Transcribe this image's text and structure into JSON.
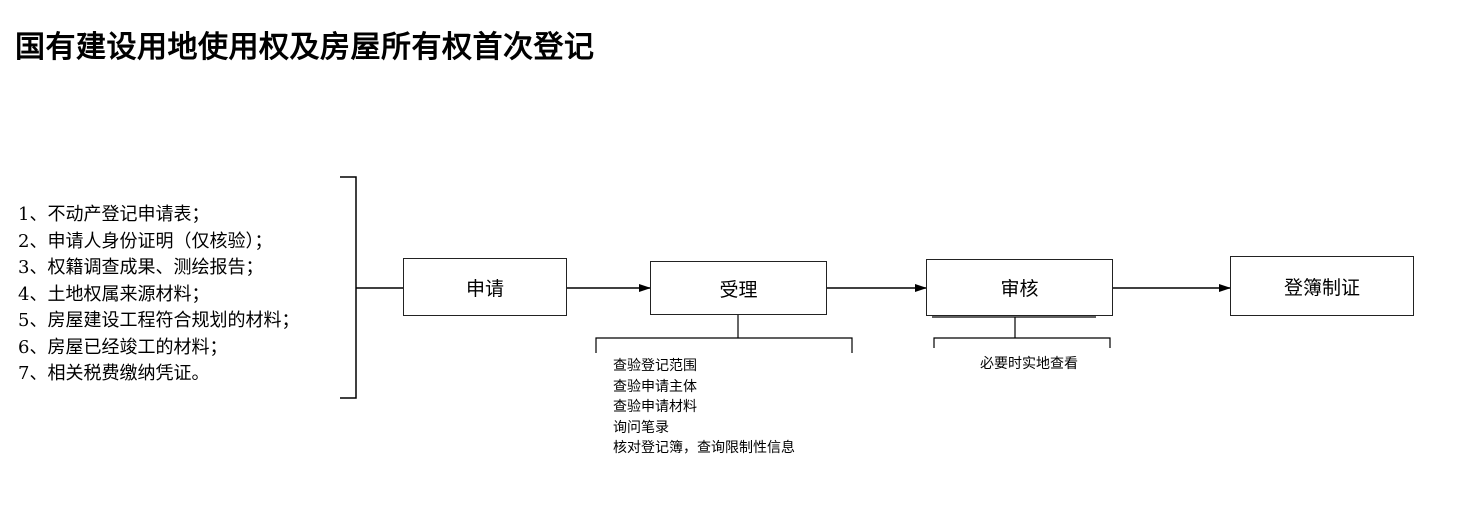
{
  "title": "国有建设用地使用权及房屋所有权首次登记",
  "requirements": [
    "1、不动产登记申请表；",
    "2、申请人身份证明（仅核验）；",
    "3、权籍调查成果、测绘报告；",
    "4、土地权属来源材料；",
    "5、房屋建设工程符合规划的材料；",
    "6、房屋已经竣工的材料；",
    "7、相关税费缴纳凭证。"
  ],
  "steps": {
    "apply": "申请",
    "accept": "受理",
    "review": "审核",
    "register": "登簿制证"
  },
  "accept_checks": [
    "查验登记范围",
    "查验申请主体",
    "查验申请材料",
    "询问笔录",
    "核对登记簿，查询限制性信息"
  ],
  "review_note": "必要时实地查看"
}
